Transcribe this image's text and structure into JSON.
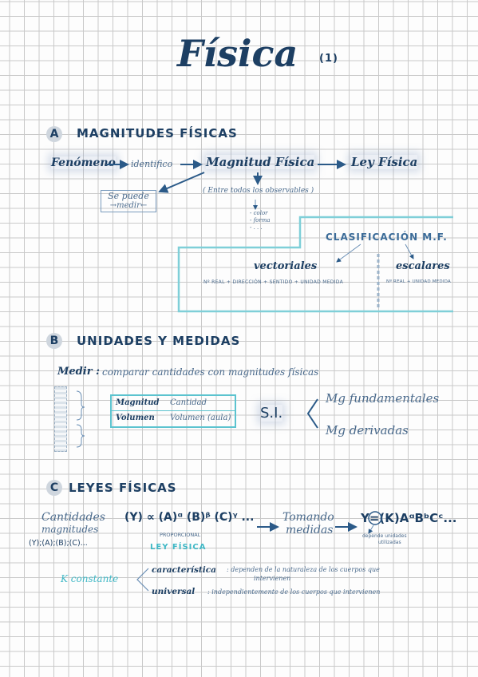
{
  "title": {
    "main": "Física",
    "num": "(1)"
  },
  "sectionA": {
    "letter": "A",
    "heading": "MAGNITUDES FÍSICAS",
    "fenomeno": "Fenómeno",
    "identifico": "identifico",
    "magnitud_fisica": "Magnitud Física",
    "ley_fisica": "Ley Física",
    "se_puede": "Se puede",
    "medir": "→medir←",
    "entre_todos": "( Entre todos los observables )",
    "observables": [
      "- color",
      "- forma",
      "- . . ."
    ],
    "clasificacion": "CLASIFICACIÓN  M.F.",
    "vectoriales": "vectoriales",
    "escalares": "escalares",
    "vect_def": "Nº REAL + DIRECCIÓN + SENTIDO + UNIDAD MEDIDA",
    "esc_def": "Nº REAL + UNIDAD MEDIDA"
  },
  "sectionB": {
    "letter": "B",
    "heading": "UNIDADES Y MEDIDAS",
    "medir": "Medir :",
    "comparar": "comparar cantidades con magnitudes físicas",
    "table": [
      [
        "Magnitud",
        "Cantidad"
      ],
      [
        "Volumen",
        "Volumen (aula)"
      ]
    ],
    "si": "S.I.",
    "fundamentales": "Mg fundamentales",
    "derivadas": "Mg derivadas"
  },
  "sectionC": {
    "letter": "C",
    "heading": "LEYES FÍSICAS",
    "cantidades": "Cantidades",
    "magnitudes": "magnitudes",
    "vars": "(Y);(A);(B);(C)...",
    "formula": "(Y) ∝ (A)ᵅ (B)ᵝ (C)ᵞ ...",
    "proporcional": "PROPORCIONAL",
    "ley_fisica": "LEY FÍSICA",
    "tomando": "Tomando",
    "medidas": "medidas",
    "formula2": "Y=(K)AᵅBᵇCᶜ...",
    "depende": "depende unidades",
    "utilizadas": "utilizadas",
    "k_constante": "K  constante",
    "caracteristica": "característica",
    "car_def": ": dependen de la naturaleza de los cuerpos que",
    "car_def2": "intervienen",
    "universal": "universal",
    "uni_def": ": independientemente de los cuerpos que intervienen"
  }
}
